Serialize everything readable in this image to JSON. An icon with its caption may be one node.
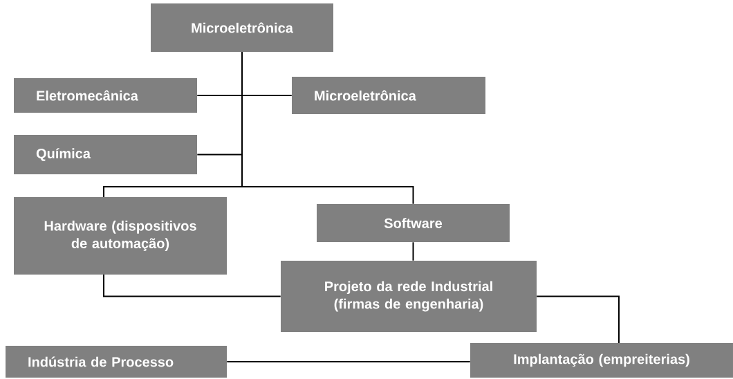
{
  "diagram": {
    "nodes": [
      {
        "text": [
          "Microeletrônica"
        ]
      },
      {
        "text": [
          "Eletromecânica"
        ]
      },
      {
        "text": [
          "Microeletrônica"
        ]
      },
      {
        "text": [
          "Química"
        ]
      },
      {
        "text": [
          "Hardware (dispositivos de automação)"
        ]
      },
      {
        "text": [
          "Software"
        ]
      },
      {
        "text": [
          "Projeto da rede Industrial (firmas de engenharia)"
        ]
      },
      {
        "text": [
          "Indústria de Processo"
        ]
      },
      {
        "text": [
          "Implantação (empreiterias)"
        ]
      }
    ],
    "edges": [
      {
        "from": 0,
        "to": 1,
        "arrow": "none"
      },
      {
        "from": 0,
        "to": 2,
        "arrow": "none"
      },
      {
        "from": 0,
        "to": 3,
        "arrow": "none"
      },
      {
        "from": 0,
        "to": 4,
        "arrow": "none"
      },
      {
        "from": 0,
        "to": 5,
        "arrow": "none"
      },
      {
        "from": 5,
        "to": 6,
        "arrow": "none"
      },
      {
        "from": 4,
        "to": 6,
        "arrow": "none"
      },
      {
        "from": 6,
        "to": 8,
        "arrow": "none"
      },
      {
        "from": 7,
        "to": 8,
        "arrow": "none"
      }
    ]
  }
}
